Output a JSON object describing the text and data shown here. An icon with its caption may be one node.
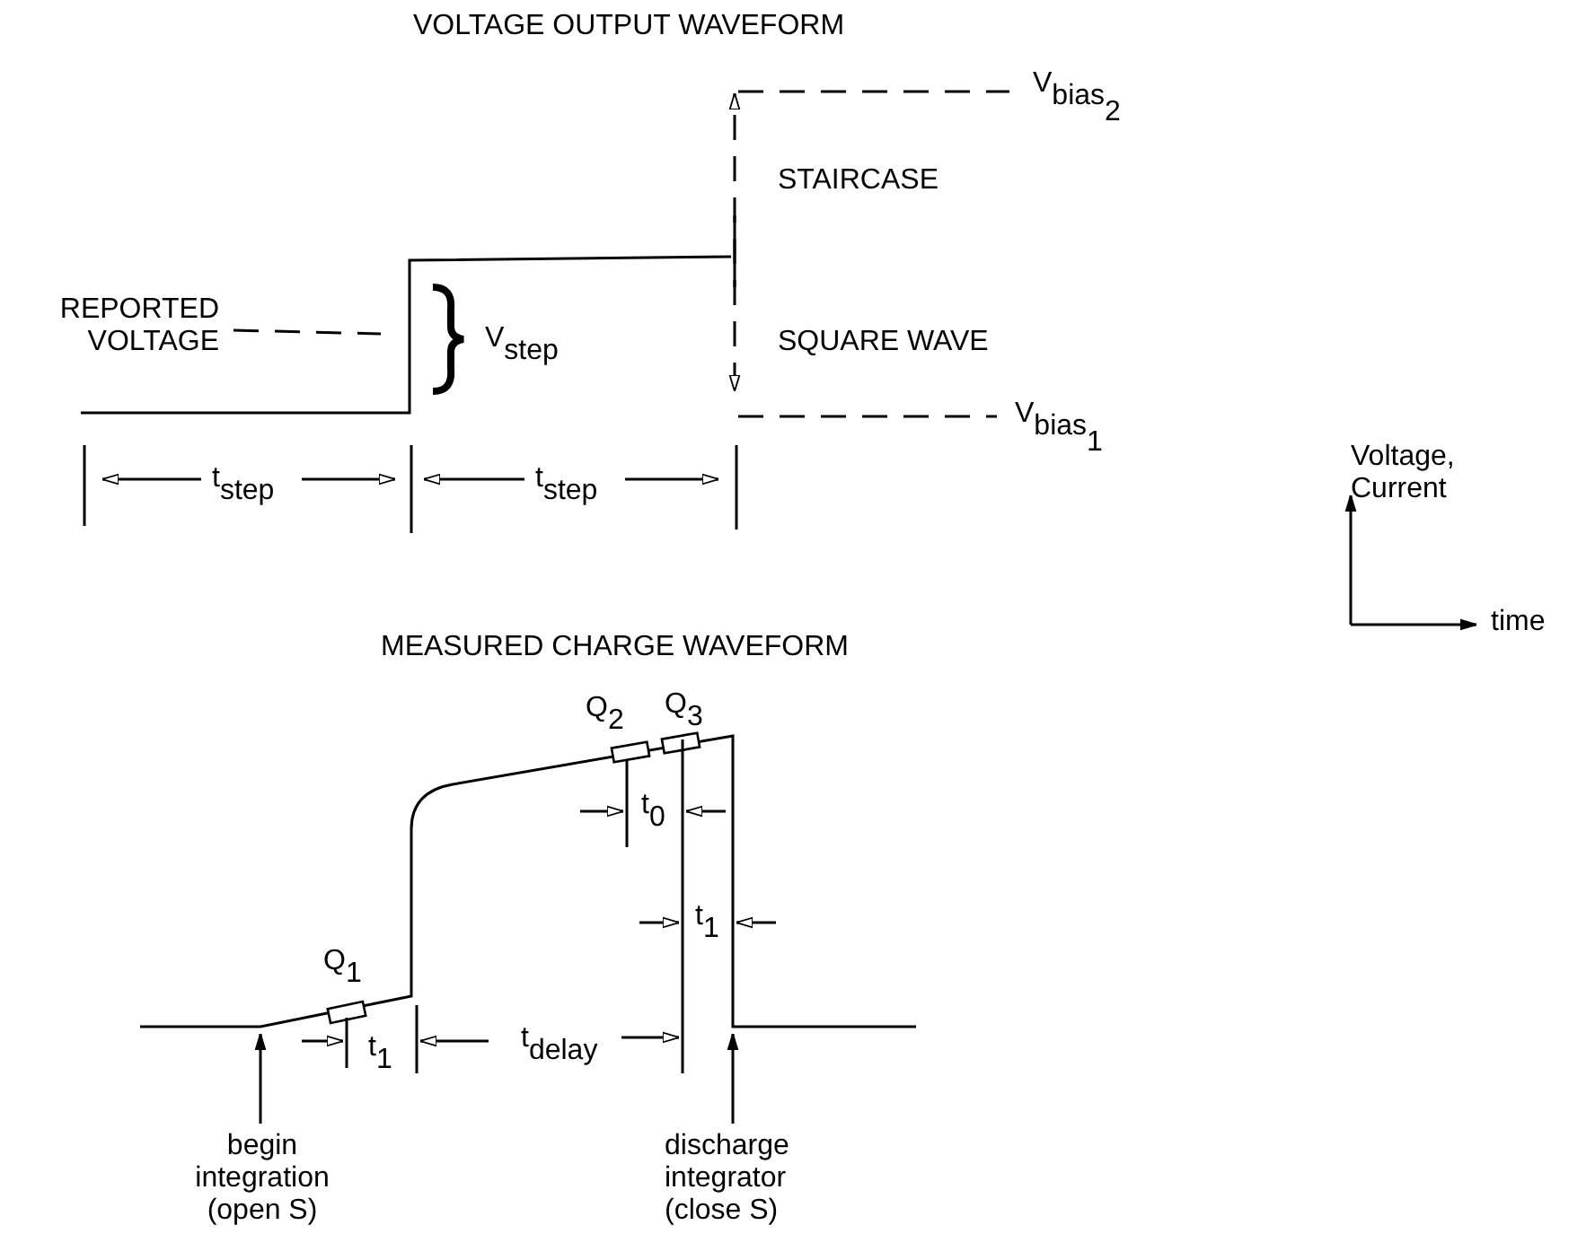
{
  "diagram": {
    "nodes": [
      {
        "text": [
          "REPORTED VOLTAGE"
        ]
      },
      {
        "text": [
          "begin integration (open S)"
        ]
      },
      {
        "text": [
          "discharge integrator (close S)"
        ]
      },
      {
        "text": [],
        "shape": "picture"
      }
    ],
    "edges": [
      {
        "from": 0,
        "to": null,
        "arrow": "none",
        "style": "dashed"
      },
      {
        "from": 1,
        "to": 3,
        "arrow": "to"
      },
      {
        "from": 2,
        "to": 3,
        "arrow": "to"
      }
    ],
    "labels": [
      "VOLTAGE OUTPUT WAVEFORM",
      "V$_{bias}$$_{2}$",
      "STAIRCASE",
      "V$_{step}$",
      "SQUARE WAVE",
      "V$_{bias}$$_{1}$",
      "t$_{step}$",
      "t$_{step}$",
      "Voltage, Current",
      "MEASURED CHARGE WAVEFORM",
      "time",
      "Q$_{2}$",
      "Q$_{3}$",
      "t$_{0}$",
      "t$_{1}$",
      "Q$_{1}$",
      "t$_{1}$",
      "t$_{delay}$"
    ]
  }
}
